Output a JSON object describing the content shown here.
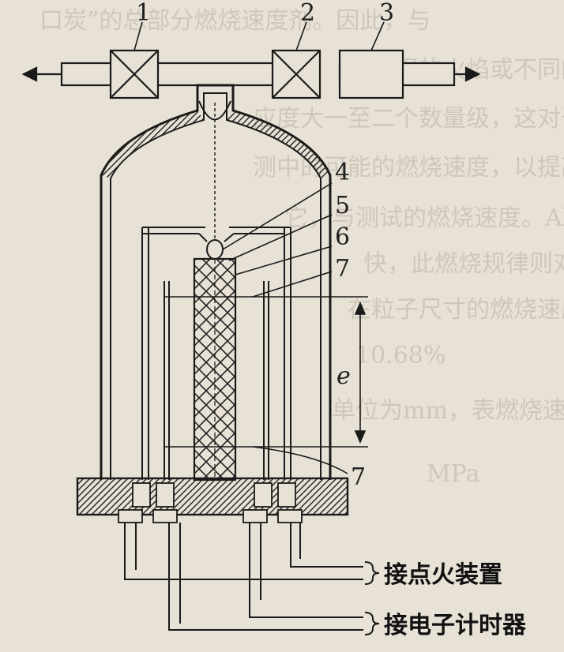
{
  "labels": {
    "part1": "1",
    "part2": "2",
    "part3": "3",
    "part4": "4",
    "part5": "5",
    "part6": "6",
    "part7_top": "7",
    "part7_bottom": "7",
    "dimension_e": "e"
  },
  "captions": {
    "ignition": "接点火装置",
    "timer": "接电子计时器"
  },
  "background_text": [
    "口炭”的总部分燃烧速度剂。因此，与",
    "设出现的火焰或不同的燃烧速度",
    "应度大一至二个数量级，这对于",
    "测中的可能的燃烧速度，以提高每一个",
    "它，与测试的燃烧速度。Al/AlO 的速度",
    "快，此燃烧规律则对规则发展",
    "在粒子尺寸的燃烧速度影响的程度",
    "10.68%",
    "单位为mm，表燃烧速度的单位",
    "MPa"
  ]
}
